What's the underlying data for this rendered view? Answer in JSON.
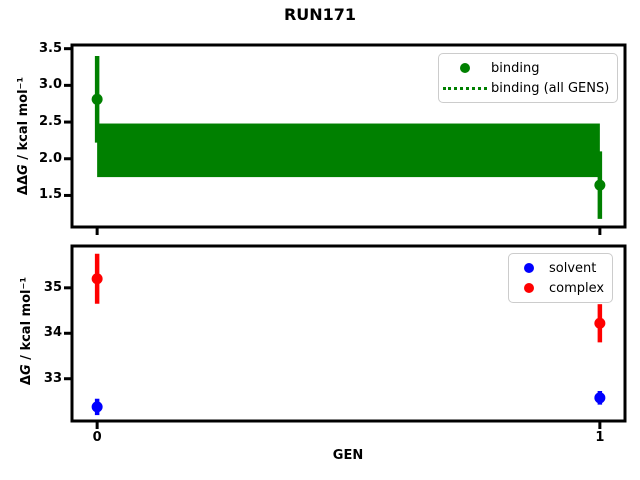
{
  "figure": {
    "title": "RUN171"
  },
  "colors": {
    "binding": "#008000",
    "solvent": "#0000ff",
    "complex": "#ff0000",
    "frame": "#000000",
    "legend_border": "#cccccc",
    "background": "#ffffff"
  },
  "chart_data": [
    {
      "type": "scatter",
      "subplot": "top",
      "title": "RUN171",
      "ylabel": "ΔΔG / kcal mol⁻¹",
      "ylabel_prefix": "ΔΔ",
      "ylabel_var": "G",
      "ylabel_units": " / kcal mol⁻¹",
      "xlabel": "",
      "xlim": [
        -0.05,
        1.05
      ],
      "ylim": [
        1.07,
        3.55
      ],
      "grid": false,
      "yticks": [
        {
          "value": 3.5,
          "label": "3.5"
        },
        {
          "value": 3.0,
          "label": "3.0"
        },
        {
          "value": 2.5,
          "label": "2.5"
        },
        {
          "value": 2.0,
          "label": "2.0"
        },
        {
          "value": 1.5,
          "label": "1.5"
        }
      ],
      "xticks": [
        {
          "value": 0,
          "label": ""
        },
        {
          "value": 1,
          "label": ""
        }
      ],
      "legend": {
        "position": "upper right",
        "entries": [
          {
            "label": "binding",
            "glyph": "dot",
            "color": "#008000"
          },
          {
            "label": "binding (all GENS)",
            "glyph": "dotted-line",
            "color": "#008000"
          }
        ]
      },
      "series": [
        {
          "name": "binding",
          "color": "#008000",
          "marker": "circle",
          "points": [
            {
              "x": 0,
              "y": 2.81,
              "yerr": 0.59
            },
            {
              "x": 1,
              "y": 1.64,
              "yerr": 0.46
            }
          ]
        }
      ],
      "band": {
        "label": "binding (all GENS)",
        "color": "#008000",
        "x_start": 0,
        "x_end": 1,
        "y_low": 1.75,
        "y_high": 2.48,
        "center": 2.12
      }
    },
    {
      "type": "scatter",
      "subplot": "bottom",
      "ylabel": "ΔG / kcal mol⁻¹",
      "ylabel_prefix": "Δ",
      "ylabel_var": "G",
      "ylabel_units": " / kcal mol⁻¹",
      "xlabel": "GEN",
      "xlim": [
        -0.05,
        1.05
      ],
      "ylim": [
        32.07,
        35.92
      ],
      "grid": false,
      "yticks": [
        {
          "value": 35,
          "label": "35"
        },
        {
          "value": 34,
          "label": "34"
        },
        {
          "value": 33,
          "label": "33"
        }
      ],
      "xticks": [
        {
          "value": 0,
          "label": "0"
        },
        {
          "value": 1,
          "label": "1"
        }
      ],
      "legend": {
        "position": "upper right",
        "entries": [
          {
            "label": "solvent",
            "glyph": "dot",
            "color": "#0000ff"
          },
          {
            "label": "complex",
            "glyph": "dot",
            "color": "#ff0000"
          }
        ]
      },
      "series": [
        {
          "name": "solvent",
          "color": "#0000ff",
          "marker": "circle",
          "points": [
            {
              "x": 0,
              "y": 32.38,
              "yerr": 0.18
            },
            {
              "x": 1,
              "y": 32.58,
              "yerr": 0.15
            }
          ]
        },
        {
          "name": "complex",
          "color": "#ff0000",
          "marker": "circle",
          "points": [
            {
              "x": 0,
              "y": 35.2,
              "yerr": 0.55
            },
            {
              "x": 1,
              "y": 34.22,
              "yerr": 0.42
            }
          ]
        }
      ]
    }
  ]
}
